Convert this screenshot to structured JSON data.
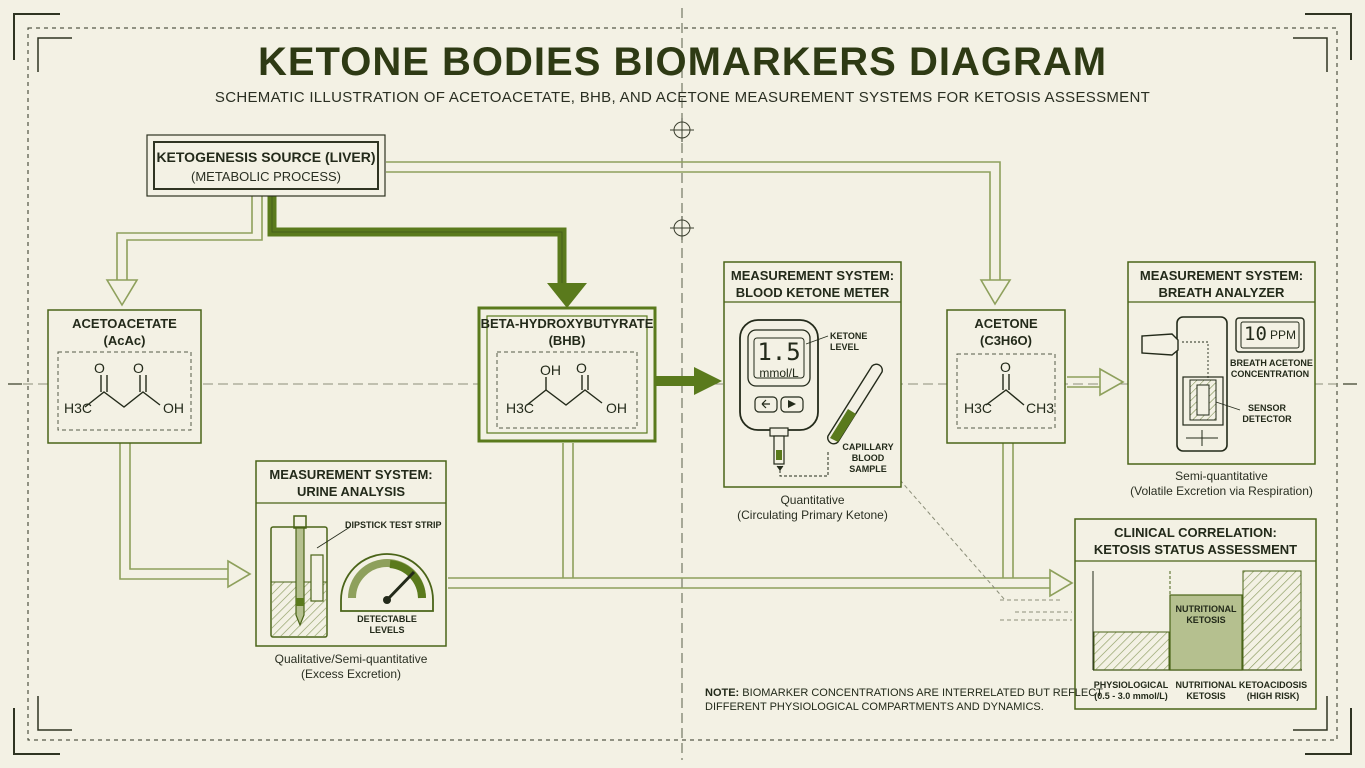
{
  "title": "KETONE BODIES BIOMARKERS DIAGRAM",
  "subtitle": "SCHEMATIC ILLUSTRATION OF ACETOACETATE, BHB, AND ACETONE MEASUREMENT SYSTEMS FOR KETOSIS ASSESSMENT",
  "colors": {
    "background": "#f3f1e4",
    "primary_green": "#5a7a1c",
    "light_green": "#9aab6c",
    "fill_green": "#b5c08f",
    "ink": "#232a1a"
  },
  "source": {
    "title": "KETOGENESIS SOURCE (LIVER)",
    "subtitle": "(METABOLIC PROCESS)"
  },
  "acetoacetate": {
    "name": "ACETOACETATE",
    "abbr": "(AcAc)",
    "atoms": {
      "o1": "O",
      "o2": "O",
      "left": "H3C",
      "right": "OH"
    }
  },
  "bhb": {
    "name": "BETA-HYDROXYBUTYRATE",
    "abbr": "(BHB)",
    "atoms": {
      "oh_top": "OH",
      "o_top": "O",
      "left": "H3C",
      "right": "OH"
    }
  },
  "acetone": {
    "name": "ACETONE",
    "formula": "(C3H6O)",
    "atoms": {
      "o": "O",
      "left": "H3C",
      "right": "CH3"
    }
  },
  "urine": {
    "header_line1": "MEASUREMENT SYSTEM:",
    "header_line2": "URINE ANALYSIS",
    "strip_label": "DIPSTICK TEST STRIP",
    "gauge_label_1": "DETECTABLE",
    "gauge_label_2": "LEVELS",
    "caption_1": "Qualitative/Semi-quantitative",
    "caption_2": "(Excess Excretion)"
  },
  "blood": {
    "header_line1": "MEASUREMENT SYSTEM:",
    "header_line2": "BLOOD KETONE METER",
    "reading": "1.5",
    "unit": "mmol/L",
    "ketone_label_1": "KETONE",
    "ketone_label_2": "LEVEL",
    "sample_label_1": "CAPILLARY",
    "sample_label_2": "BLOOD",
    "sample_label_3": "SAMPLE",
    "caption_1": "Quantitative",
    "caption_2": "(Circulating Primary Ketone)"
  },
  "breath": {
    "header_line1": "MEASUREMENT SYSTEM:",
    "header_line2": "BREATH ANALYZER",
    "reading": "10",
    "unit": "PPM",
    "concentration_label_1": "BREATH ACETONE",
    "concentration_label_2": "CONCENTRATION",
    "sensor_label_1": "SENSOR",
    "sensor_label_2": "DETECTOR",
    "caption_1": "Semi-quantitative",
    "caption_2": "(Volatile Excretion via Respiration)"
  },
  "clinical": {
    "header_line1": "CLINICAL CORRELATION:",
    "header_line2": "KETOSIS STATUS ASSESSMENT",
    "middle_bar_label_1": "NUTRITIONAL",
    "middle_bar_label_2": "KETOSIS",
    "categories": [
      {
        "line1": "PHYSIOLOGICAL",
        "line2": "(0.5 - 3.0 mmol/L)"
      },
      {
        "line1": "NUTRITIONAL",
        "line2": "KETOSIS"
      },
      {
        "line1": "KETOACIDOSIS",
        "line2": "(HIGH RISK)"
      }
    ]
  },
  "note": {
    "prefix": "NOTE:",
    "line1": "BIOMARKER CONCENTRATIONS ARE INTERRELATED BUT REFLECT",
    "line2": "DIFFERENT PHYSIOLOGICAL COMPARTMENTS AND DYNAMICS."
  }
}
